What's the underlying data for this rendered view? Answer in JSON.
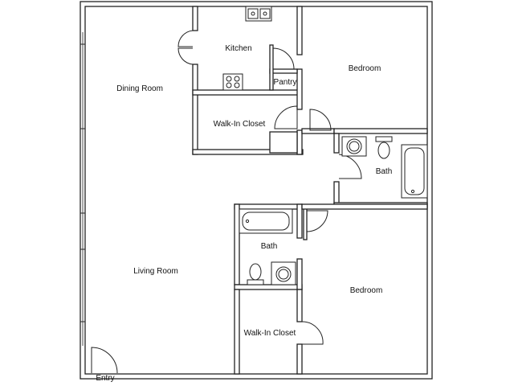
{
  "rooms": {
    "dining_room": "Dining Room",
    "kitchen": "Kitchen",
    "pantry": "Pantry",
    "bedroom_top": "Bedroom",
    "walk_in_closet_top": "Walk-In Closet",
    "bath_right": "Bath",
    "bath_middle": "Bath",
    "living_room": "Living Room",
    "bedroom_bottom": "Bedroom",
    "walk_in_closet_bottom": "Walk-In Closet",
    "entry": "Entry"
  }
}
